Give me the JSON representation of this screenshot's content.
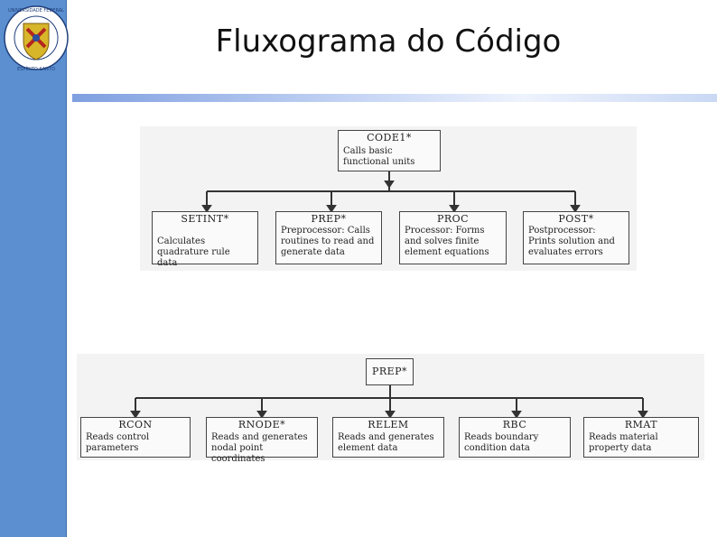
{
  "slide": {
    "title": "Fluxograma do Código"
  },
  "logo": {
    "ring_text": "UNIVERSIDADE FEDERAL DO ESPÍRITO SANTO"
  },
  "diagram_top": {
    "root": {
      "name": "CODE1*",
      "desc": "Calls basic functional units"
    },
    "children": [
      {
        "name": "SETINT*",
        "desc": "Calculates quadrature rule data"
      },
      {
        "name": "PREP*",
        "desc": "Preprocessor: Calls routines to read and generate data"
      },
      {
        "name": "PROC",
        "desc": "Processor: Forms and solves finite element equations"
      },
      {
        "name": "POST*",
        "desc": "Postprocessor: Prints solution and evaluates errors"
      }
    ]
  },
  "diagram_bottom": {
    "root": {
      "name": "PREP*"
    },
    "children": [
      {
        "name": "RCON",
        "desc": "Reads control parameters"
      },
      {
        "name": "RNODE*",
        "desc": "Reads and generates nodal point coordinates"
      },
      {
        "name": "RELEM",
        "desc": "Reads and generates element data"
      },
      {
        "name": "RBC",
        "desc": "Reads boundary condition data"
      },
      {
        "name": "RMAT",
        "desc": "Reads material property data"
      }
    ]
  }
}
